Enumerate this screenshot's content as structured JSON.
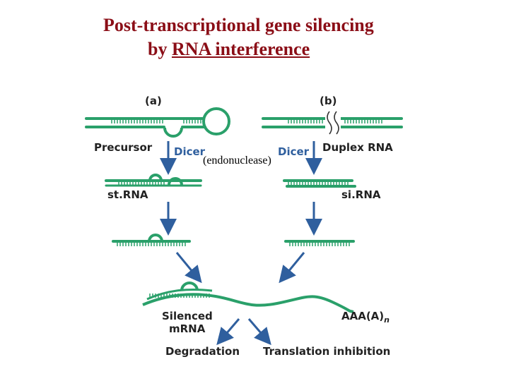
{
  "title": {
    "line1": "Post-transcriptional gene silencing",
    "line2_prefix": "by ",
    "line2_underlined": "RNA interference"
  },
  "panels": {
    "a": "(a)",
    "b": "(b)"
  },
  "labels": {
    "precursor": "Precursor",
    "duplex_rna": "Duplex RNA",
    "dicer_a": "Dicer",
    "dicer_b": "Dicer",
    "endonuclease": "(endonuclease)",
    "strna": "st.RNA",
    "sirna": "si.RNA",
    "silenced_line1": "Silenced",
    "silenced_line2": "mRNA",
    "poly_a": "AAA(A)",
    "poly_a_subscript": "n",
    "degradation": "Degradation",
    "translation_inhibition": "Translation inhibition"
  },
  "colors": {
    "rna_strand": "#2aa06a",
    "arrow": "#2f5f9e",
    "title": "#8b0e17",
    "label": "#222222"
  }
}
